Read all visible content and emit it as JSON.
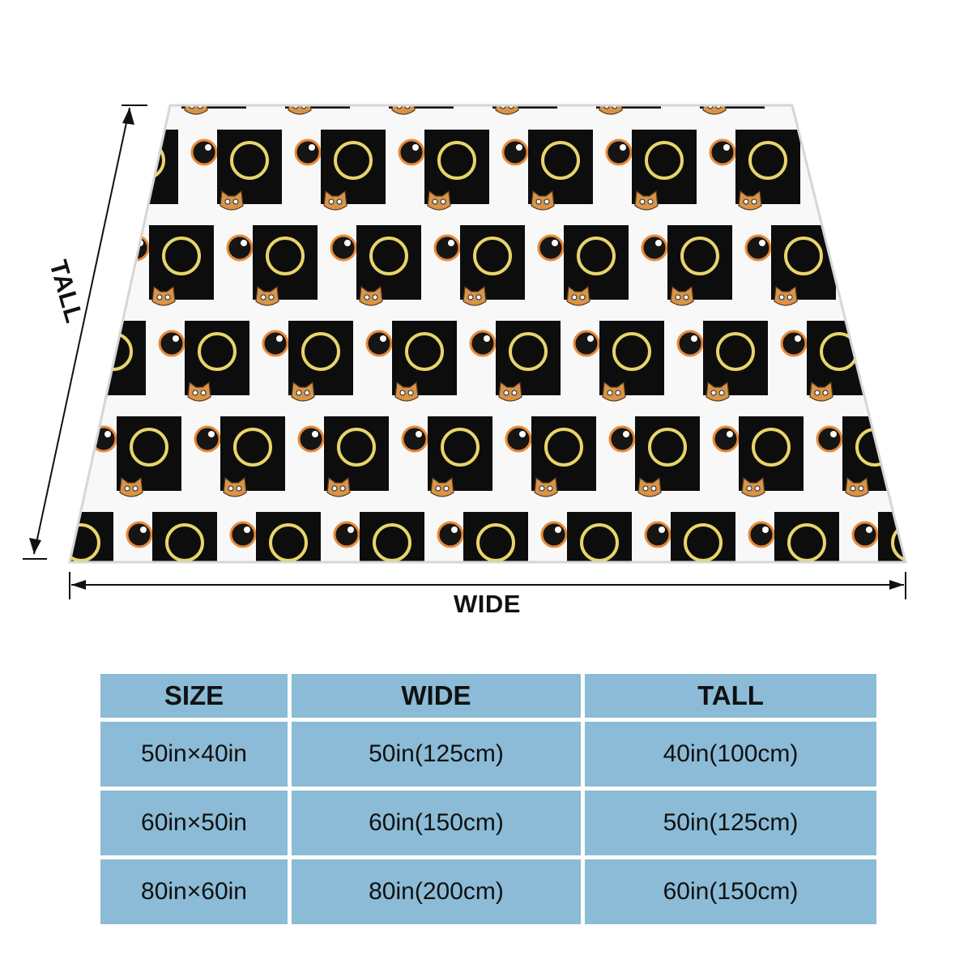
{
  "dimension_labels": {
    "tall": "TALL",
    "wide": "WIDE"
  },
  "product_image": {
    "pattern": "black rectangles with yellow rings, eye shapes and peeking tabby cats on white",
    "colors": {
      "background": "#ffffff",
      "tiles": "#0d0d0d",
      "ring": "#e8d46a",
      "eye_rim": "#e88a3a",
      "cat_fur": "#d7944a"
    }
  },
  "size_table": {
    "headers": [
      "SIZE",
      "WIDE",
      "TALL"
    ],
    "rows": [
      [
        "50in×40in",
        "50in(125cm)",
        "40in(100cm)"
      ],
      [
        "60in×50in",
        "60in(150cm)",
        "50in(125cm)"
      ],
      [
        "80in×60in",
        "80in(200cm)",
        "60in(150cm)"
      ]
    ],
    "cell_color": "#8bbbd6"
  }
}
